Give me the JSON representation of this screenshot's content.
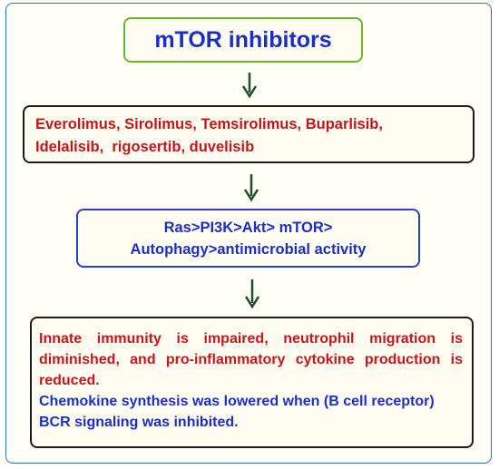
{
  "title": "mTOR inhibitors",
  "drugs": {
    "line1": "Everolimus, Sirolimus, Temsirolimus, Buparlisib,",
    "line2": "Idelalisib,  rigosertib, duvelisib"
  },
  "pathway": {
    "line1": "Ras>PI3K>Akt> mTOR>",
    "line2": "Autophagy>antimicrobial activity"
  },
  "effects": {
    "red_text": "Innate immunity is impaired, neutrophil migration is diminished, and pro-inflammatory cytokine production is reduced.",
    "blue_text": "Chemokine synthesis was lowered when (B cell receptor) BCR signaling was inhibited."
  },
  "colors": {
    "title_border": "#6fb52a",
    "title_text": "#1b2fc8",
    "drug_text": "#c01818",
    "pathway_border": "#2c3ed0",
    "effect_red": "#c8161b",
    "effect_blue": "#1b2fc8",
    "arrow": "#1f4d2c",
    "frame_border": "#2b6fc4"
  }
}
